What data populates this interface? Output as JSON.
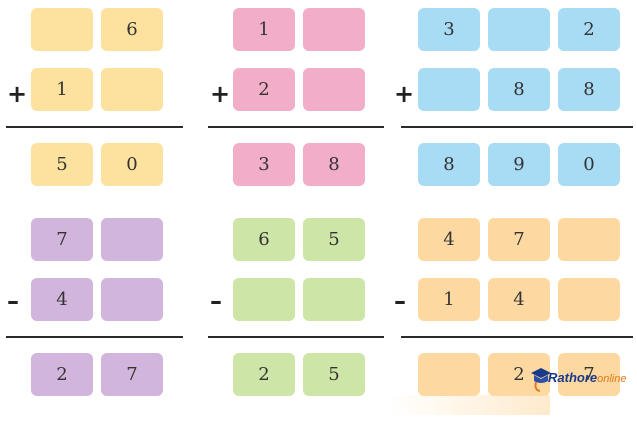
{
  "colors": {
    "yellow": "#fde19e",
    "pink": "#f2aec8",
    "blue": "#a8dcf4",
    "purple": "#d2b5dc",
    "green": "#cde5a6",
    "orange": "#fdd9a1"
  },
  "signs": {
    "plus": "+",
    "minus": "–"
  },
  "problems": [
    {
      "color": "yellow",
      "row1": [
        "",
        "6"
      ],
      "row2": [
        "1",
        ""
      ],
      "result": [
        "5",
        "0"
      ]
    },
    {
      "color": "pink",
      "row1": [
        "1",
        ""
      ],
      "row2": [
        "2",
        ""
      ],
      "result": [
        "3",
        "8"
      ]
    },
    {
      "color": "blue",
      "row1": [
        "3",
        "",
        "2"
      ],
      "row2": [
        "",
        "8",
        "8"
      ],
      "result": [
        "8",
        "9",
        "0"
      ]
    },
    {
      "color": "purple",
      "row1": [
        "7",
        ""
      ],
      "row2": [
        "4",
        ""
      ],
      "result": [
        "2",
        "7"
      ]
    },
    {
      "color": "green",
      "row1": [
        "6",
        "5"
      ],
      "row2": [
        "",
        ""
      ],
      "result": [
        "2",
        "5"
      ]
    },
    {
      "color": "orange",
      "row1": [
        "4",
        "7",
        ""
      ],
      "row2": [
        "1",
        "4",
        ""
      ],
      "result": [
        "",
        "2",
        "7"
      ]
    }
  ],
  "watermark": {
    "brand": "Rathore",
    "suffix": "online"
  }
}
